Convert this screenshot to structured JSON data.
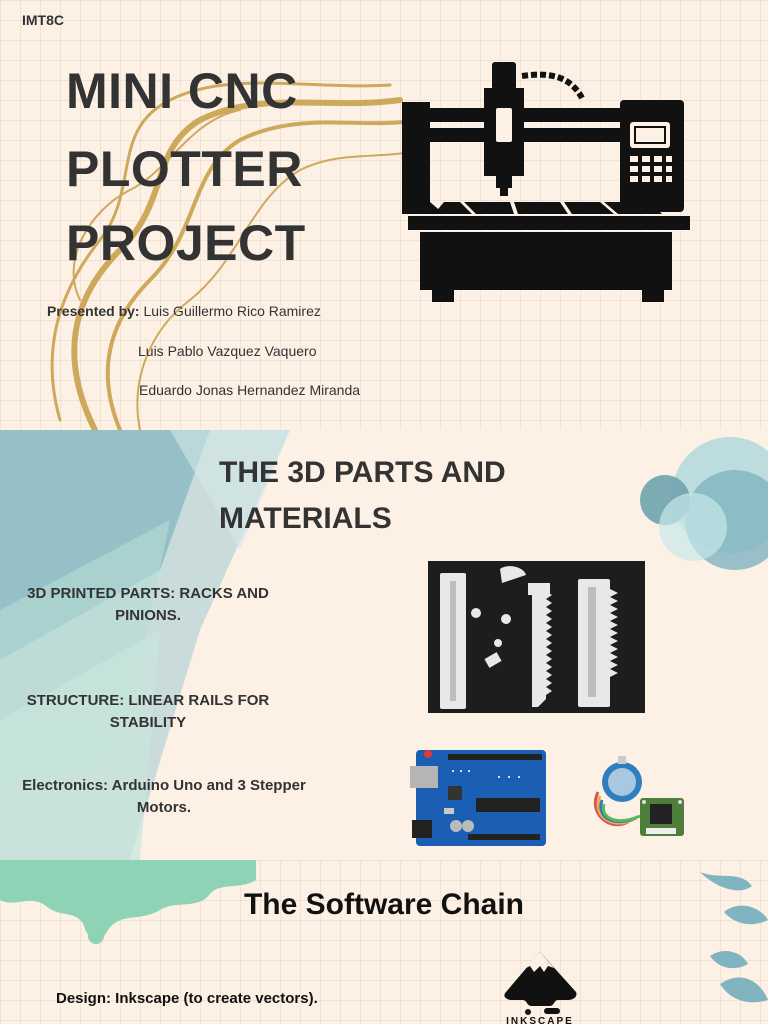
{
  "slide1": {
    "course": "IMT8C",
    "title_lines": [
      "MINI CNC",
      "PLOTTER",
      "PROJECT"
    ],
    "presented_by_label": "Presented by:",
    "presenters": [
      "Luis Guillermo Rico Ramirez",
      "Luis Pablo Vazquez Vaquero",
      "Eduardo Jonas Hernandez Miranda"
    ]
  },
  "slide2": {
    "heading_lines": [
      "THE 3D PARTS AND",
      "MATERIALS"
    ],
    "bullets": [
      [
        "3D PRINTED PARTS: RACKS AND",
        "PINIONS."
      ],
      [
        "STRUCTURE: LINEAR RAILS FOR",
        "STABILITY"
      ],
      [
        "Electronics: Arduino Uno and 3 Stepper",
        "Motors."
      ]
    ]
  },
  "slide3": {
    "heading": "The Software Chain",
    "design_text": "Design: Inkscape (to create vectors).",
    "logo_text": "INKSCAPE"
  },
  "colors": {
    "background": "#fdf1e6",
    "text": "#333333",
    "teal_accent": "#6fb9b9",
    "mint_accent": "#8fd3b6",
    "gold": "#c8a24a"
  }
}
